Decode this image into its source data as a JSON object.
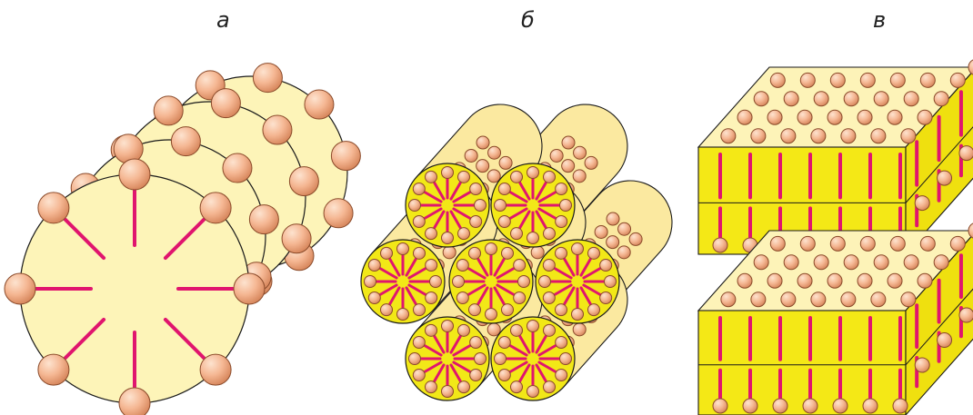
{
  "labels": {
    "a": "а",
    "b": "б",
    "c": "в"
  },
  "colors": {
    "disc_fill": "#fdf4b8",
    "micelle_fill": "#f2e817",
    "cylinder_fill": "#fbe9a0",
    "slab_top": "#fdf3b8",
    "slab_front": "#f4e816",
    "slab_side": "#efe00f",
    "tail": "#e0156e",
    "head_fill": "#f5b793",
    "head_stroke": "#8a4a2a",
    "outline": "#1a1a1a"
  }
}
